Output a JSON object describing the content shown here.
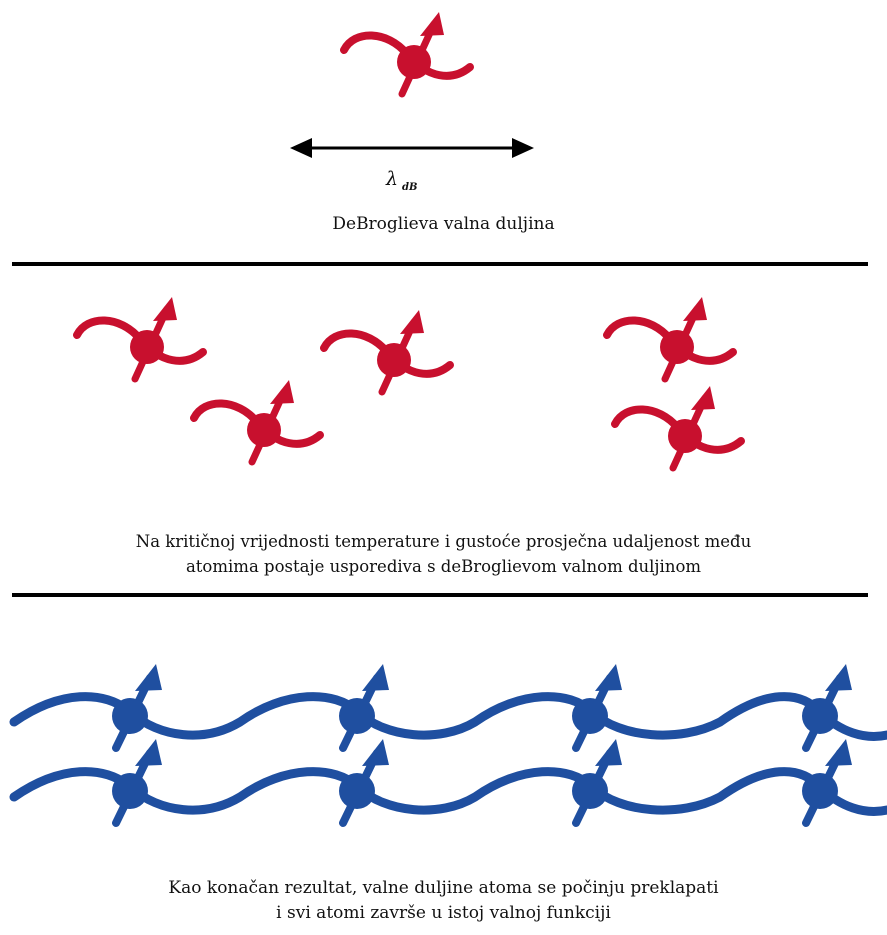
{
  "colors": {
    "red_atom": "#c8102e",
    "blue_atom": "#1f4fa0",
    "line": "#000000"
  },
  "panel_top": {
    "lambda_symbol": "λ",
    "lambda_subscript": "dB",
    "caption": "DeBroglieva valna duljina"
  },
  "panel_middle": {
    "caption_line1": "Na kritičnoj vrijednosti temperature i gustoće prosječna udaljenost među",
    "caption_line2": "atomima postaje usporediva s deBroglievom valnom duljinom"
  },
  "panel_bottom": {
    "caption_line1": "Kao konačan rezultat, valne duljine atoma se počinju preklapati",
    "caption_line2": "i svi atomi završe u istoj valnoj funkciji"
  }
}
